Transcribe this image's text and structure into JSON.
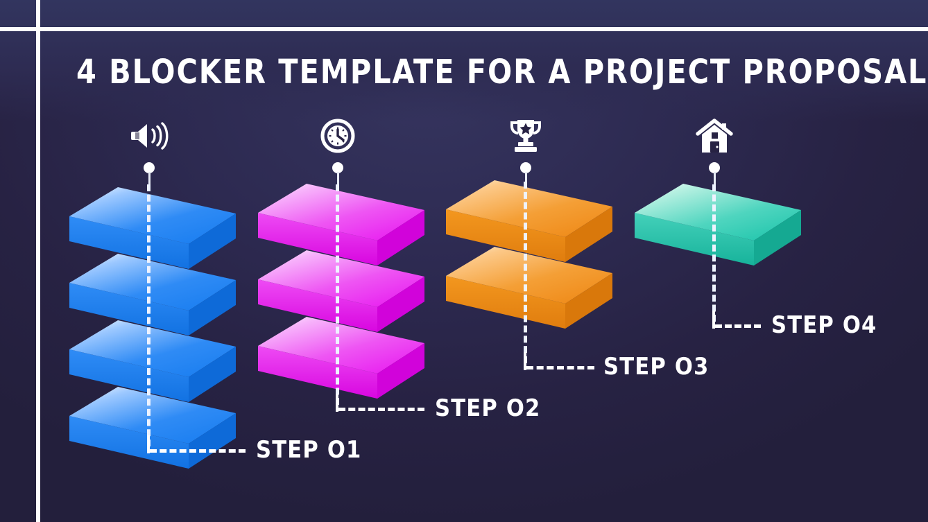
{
  "slide": {
    "title": "4 BLOCKER TEMPLATE FOR A PROJECT PROPOSAL",
    "background_color": "#272243",
    "frame_line_color": "#fdfdfd"
  },
  "columns": [
    {
      "id": "step-01",
      "label": "STEP O1",
      "icon": "speaker-volume-icon",
      "block_count": 4,
      "color_top": "#7fb6ff",
      "color_face": "#1a7ef0",
      "color_side": "#0f6fe0",
      "accent": "#1a7ef0"
    },
    {
      "id": "step-02",
      "label": "STEP O2",
      "icon": "clock-icon",
      "block_count": 3,
      "color_top": "#f2a8f6",
      "color_face": "#e81ef0",
      "color_side": "#d806e0",
      "accent": "#e81ef0"
    },
    {
      "id": "step-03",
      "label": "STEP O3",
      "icon": "trophy-icon",
      "block_count": 2,
      "color_top": "#fbd49a",
      "color_face": "#ef8a18",
      "color_side": "#e07d0e",
      "accent": "#ef8a18"
    },
    {
      "id": "step-04",
      "label": "STEP O4",
      "icon": "home-icon",
      "block_count": 1,
      "color_top": "#9fead9",
      "color_face": "#22c6ad",
      "color_side": "#17b39b",
      "accent": "#22c6ad"
    }
  ]
}
